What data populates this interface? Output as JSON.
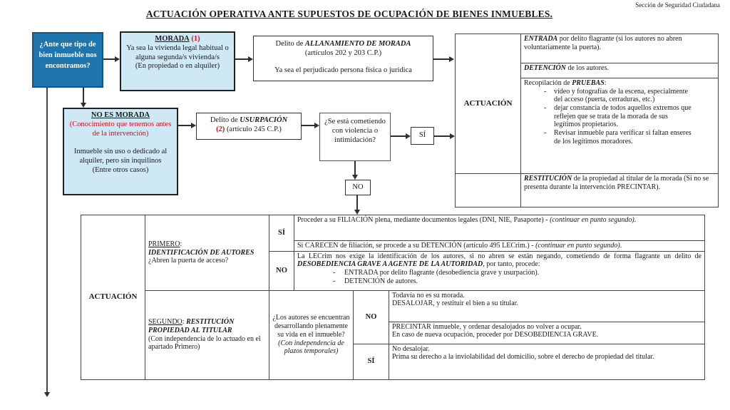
{
  "page": {
    "corner_note": "Sección de Seguridad Ciudadana",
    "title": "ACTUACIÓN OPERATIVA ANTE SUPUESTOS DE OCUPACIÓN DE BIENES INMUEBLES."
  },
  "colors": {
    "start_box_blue": "#1f76af",
    "light_blue_fill": "#cfe8f6",
    "accent_red": "#e30613"
  },
  "flow": {
    "start": "¿Ante que tipo de bien inmueble nos encontramos?",
    "morada": {
      "heading": "MORADA",
      "ref": "(1)",
      "body": "Ya sea la vivienda legal habitual o alguna segunda/s vivienda/s",
      "note": "(En propiedad o en alquiler)"
    },
    "allanamiento": {
      "prefix": "Delito de ",
      "em": "ALLANAMIENTO DE MORADA",
      "articles": "(artículos 202 y 203 C.P.)",
      "note": "Ya sea el perjudicado persona física o jurídica"
    },
    "no_morada": {
      "heading": "NO ES MORADA",
      "red_note": "(Conocimiento que tenemos antes de la intervención)",
      "body": "Inmueble sin uso o dedicado al alquiler, pero sin inquilinos",
      "note": "(Entre otros casos)"
    },
    "usurpacion": {
      "prefix": "Delito de ",
      "em": "USURPACIÓN",
      "ref": "(2)",
      "articles": " (artículo 245 C.P.)"
    },
    "violence_question": "¿Se está cometiendo con violencia o intimidación?",
    "yes": "SÍ",
    "no": "NO"
  },
  "morada_actions": {
    "label": "ACTUACIÓN",
    "entrada": {
      "em": "ENTRADA",
      "rest": " por delito flagrante (si los autores no abren voluntariamente la puerta)."
    },
    "detencion": {
      "em": "DETENCIÓN",
      "rest": " de los autores."
    },
    "pruebas": {
      "prefix": "Recopilación de ",
      "em": "PRUEBAS",
      "suffix": ":",
      "dash": "-",
      "bullets": [
        "vídeo y fotografías de la escena, especialmente del acceso (puerta, cerraduras, etc.)",
        "dejar constancia de todos aquellos extremos que reflejen que se trata de la morada de sus legítimos propietarios.",
        "Revisar inmueble para verificar si faltan enseres de los legítimos moradores."
      ]
    },
    "restitucion": {
      "em": "RESTITUCIÓN",
      "rest": " de la propiedad al titular de la morada (Si no se presenta durante la intervención PRECINTAR)."
    }
  },
  "usurpacion_actions": {
    "label": "ACTUACIÓN",
    "primero": {
      "head": "PRIMERO",
      "colon": ":",
      "em": "IDENTIFICACIÓN DE AUTORES",
      "question": "¿Abren la puerta de acceso?",
      "yes": "SÍ",
      "no": "NO",
      "yes_row1": {
        "text": "Proceder a su FILIACIÓN plena, mediante documentos legales (DNI, NIE, Pasaporte) - ",
        "cont": "(continuar en punto segundo)",
        "end": "."
      },
      "yes_row2": {
        "text": "Si CARECEN de filiación, se procede a su DETENCIÓN (artículo 495 LECrim.) - ",
        "cont": "(continuar en punto segundo)",
        "end": "."
      },
      "no_row": {
        "pre": "La LECrim nos exige la identificación de los autores, si no abren se están negando, cometiendo de forma flagrante un delito de ",
        "em": "DESOBEDIENCIA GRAVE A AGENTE DE LA AUTORIDAD",
        "post": ", por tanto, procede:",
        "dash": "-",
        "bullets": [
          "ENTRADA por delito flagrante (desobediencia grave y usurpación).",
          "DETENCIÓN de autores."
        ]
      }
    },
    "segundo": {
      "head": "SEGUNDO",
      "colon": ": ",
      "em": "RESTITUCIÓN PROPIEDAD AL TITULAR",
      "note": "(Con independencia de lo actuado en el apartado Primero)",
      "question": "¿Los autores se encuentran desarrollando plenamente su vida en el inmueble?",
      "question_note": "(Con independencia de plazos temporales)",
      "no": "NO",
      "yes": "SÍ",
      "no_row1": {
        "line1": "Todavía no es su morada.",
        "line2": "DESALOJAR, y restituir el bien a su titular."
      },
      "no_row2": {
        "line1": "PRECINTAR inmueble, y ordenar desalojados no volver a ocupar.",
        "line2": "En caso de nueva ocupación, proceder por DESOBEDIENCIA GRAVE."
      },
      "yes_row": {
        "line1": "No desalojar.",
        "line2": "Prima su derecho a la inviolabilidad del domicilio, sobre el derecho de propiedad del titular."
      }
    }
  }
}
